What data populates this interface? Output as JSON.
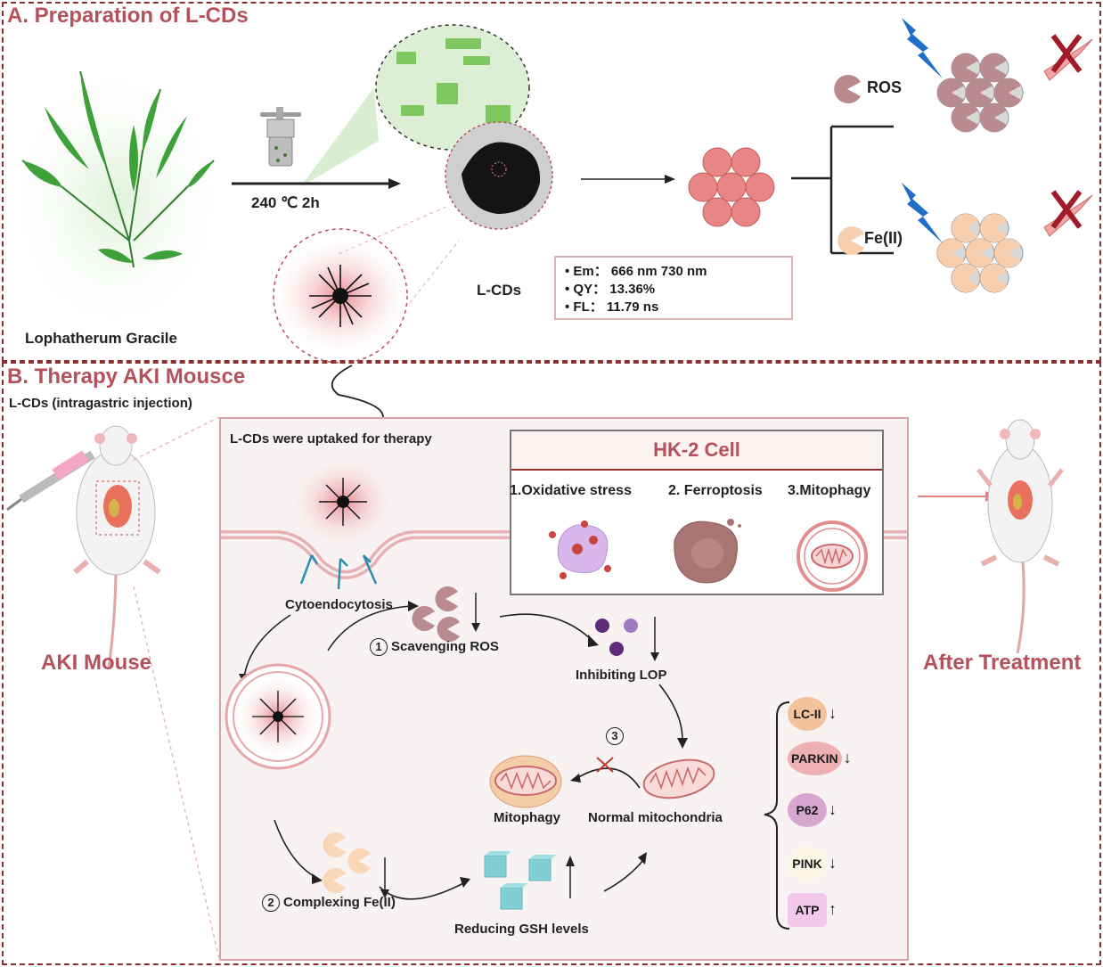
{
  "panel_a": {
    "title": "A. Preparation of L-CDs",
    "plant_label": "Lophatherum Gracile",
    "reaction_condition": "240 ℃  2h",
    "product_label": "L-CDs",
    "properties": [
      "•  Em： 666 nm 730 nm",
      "•  QY： 13.36%",
      "•  FL： 11.79 ns"
    ],
    "branch_labels": {
      "ros": "ROS",
      "fe": "Fe(II)"
    },
    "colors": {
      "accent": "#b5515a",
      "ros": "#b98a8e",
      "fe": "#f7cfae",
      "cd_sphere": "#e88585",
      "lightning": "#1f6fc9",
      "cross": "#a01c2a"
    }
  },
  "panel_b": {
    "title": "B. Therapy AKI Mousce",
    "injection_label": "L-CDs (intragastric injection)",
    "aki_mouse_label": "AKI  Mouse",
    "after_label": "After Treatment",
    "uptake_label": "L-CDs were uptaked  for therapy",
    "hk2": {
      "title": "HK-2 Cell",
      "items": [
        "1.Oxidative stress",
        "2. Ferroptosis",
        "3.Mitophagy"
      ]
    },
    "pathway": {
      "endocytosis": "Cytoendocytosis",
      "step1_num": "1",
      "step1": "Scavenging ROS",
      "lop": "Inhibiting LOP",
      "step3_num": "3",
      "mitophagy": "Mitophagy",
      "normal_mito": "Normal mitochondria",
      "step2_num": "2",
      "step2": "Complexing Fe(II)",
      "gsh": "Reducing GSH levels"
    },
    "markers": [
      {
        "name": "LC-II",
        "trend": "↓",
        "color": "#f3c29b"
      },
      {
        "name": "PARKIN",
        "trend": "↓",
        "color": "#eeb0b2"
      },
      {
        "name": "P62",
        "trend": "↓",
        "color": "#d7a6cf"
      },
      {
        "name": "PINK",
        "trend": "↓",
        "color": "#fbf7e4"
      },
      {
        "name": "ATP",
        "trend": "↑",
        "color": "#f3c7ea"
      }
    ]
  }
}
